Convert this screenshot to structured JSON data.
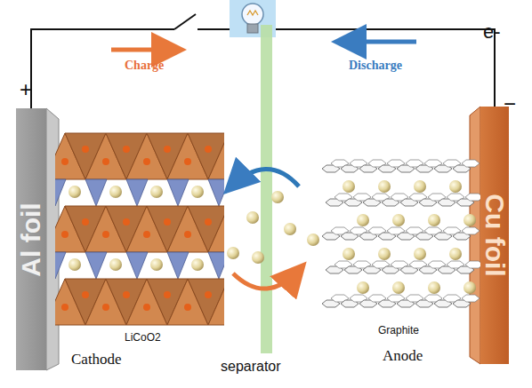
{
  "diagram": {
    "nodes": [
      {
        "text": [
          "Al foil"
        ]
      },
      {
        "text": [
          "Cu foil"
        ]
      }
    ],
    "edges": [
      {
        "from": 0,
        "to": 1,
        "arrow": "none"
      }
    ],
    "labels": [
      "+",
      "Charge",
      "Discharge",
      "e-",
      "−",
      "LiCoO2",
      "Graphite",
      "Cathode",
      "separator",
      "Anode"
    ]
  }
}
